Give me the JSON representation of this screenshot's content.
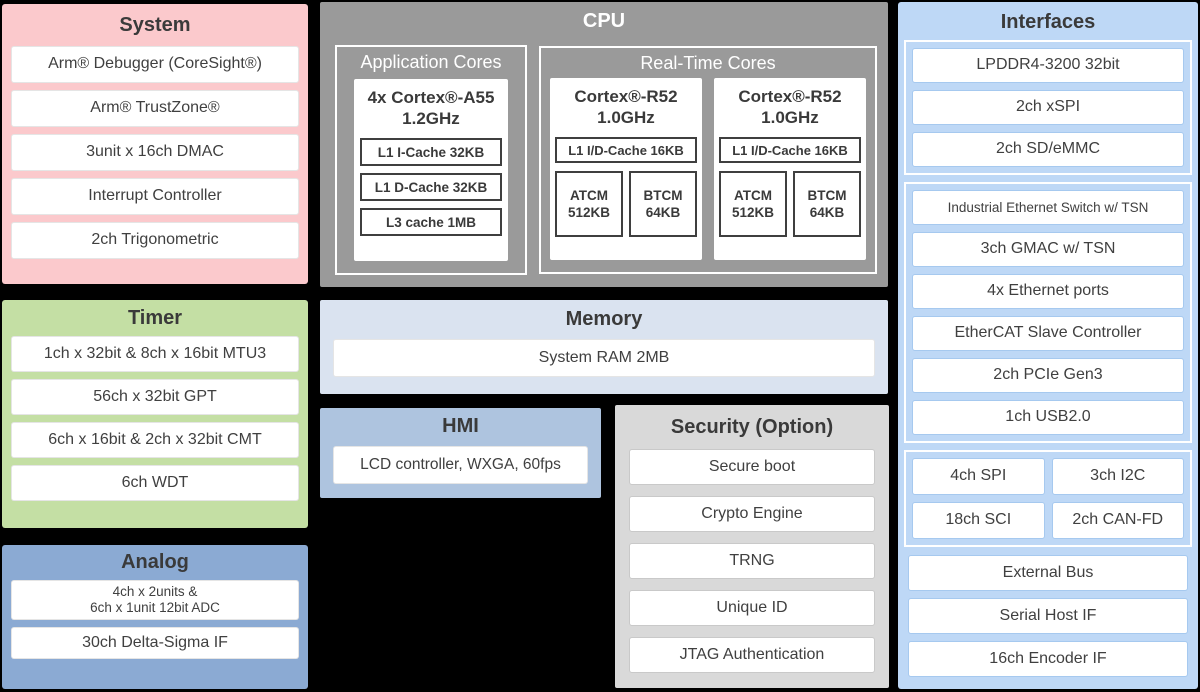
{
  "colors": {
    "background": "#000000",
    "system_bg": "#fbc9cc",
    "timer_bg": "#c4dfa4",
    "analog_bg": "#8baad3",
    "cpu_bg": "#9a9a9a",
    "memory_bg": "#dae3f0",
    "hmi_bg": "#aec4df",
    "security_bg": "#d9d9d9",
    "interfaces_bg": "#bed8f6",
    "item_bg": "#ffffff",
    "text": "#3f3f3f"
  },
  "system": {
    "title": "System",
    "items": [
      "Arm® Debugger (CoreSight®)",
      "Arm® TrustZone®",
      "3unit x 16ch DMAC",
      "Interrupt Controller",
      "2ch Trigonometric"
    ]
  },
  "timer": {
    "title": "Timer",
    "items": [
      "1ch x 32bit & 8ch x 16bit MTU3",
      "56ch x 32bit GPT",
      "6ch x 16bit & 2ch x 32bit CMT",
      "6ch WDT"
    ]
  },
  "analog": {
    "title": "Analog",
    "adc_line1": "4ch x 2units &",
    "adc_line2": "6ch x 1unit 12bit ADC",
    "delta_sigma": "30ch Delta-Sigma IF"
  },
  "cpu": {
    "title": "CPU",
    "app_cores": {
      "title": "Application Cores",
      "name": "4x Cortex®-A55",
      "freq": "1.2GHz",
      "caches": [
        "L1 I-Cache 32KB",
        "L1 D-Cache 32KB",
        "L3 cache 1MB"
      ]
    },
    "rt_cores": {
      "title": "Real-Time Cores",
      "cores": [
        {
          "name": "Cortex®-R52",
          "freq": "1.0GHz",
          "cache": "L1 I/D-Cache 16KB",
          "tcm": [
            {
              "name": "ATCM",
              "size": "512KB"
            },
            {
              "name": "BTCM",
              "size": "64KB"
            }
          ]
        },
        {
          "name": "Cortex®-R52",
          "freq": "1.0GHz",
          "cache": "L1 I/D-Cache 16KB",
          "tcm": [
            {
              "name": "ATCM",
              "size": "512KB"
            },
            {
              "name": "BTCM",
              "size": "64KB"
            }
          ]
        }
      ]
    }
  },
  "memory": {
    "title": "Memory",
    "items": [
      "System RAM 2MB"
    ]
  },
  "hmi": {
    "title": "HMI",
    "items": [
      "LCD controller, WXGA, 60fps"
    ]
  },
  "security": {
    "title": "Security (Option)",
    "items": [
      "Secure boot",
      "Crypto Engine",
      "TRNG",
      "Unique ID",
      "JTAG Authentication"
    ]
  },
  "interfaces": {
    "title": "Interfaces",
    "group_memory_if": [
      "LPDDR4-3200 32bit",
      "2ch xSPI",
      "2ch SD/eMMC"
    ],
    "group_network": [
      "Industrial Ethernet Switch w/ TSN",
      "3ch GMAC w/ TSN",
      "4x Ethernet ports",
      "EtherCAT Slave Controller",
      "2ch PCIe Gen3",
      "1ch USB2.0"
    ],
    "group_serial": [
      "4ch SPI",
      "3ch I2C",
      "18ch SCI",
      "2ch CAN-FD"
    ],
    "standalone": [
      "External Bus",
      "Serial Host IF",
      "16ch Encoder IF"
    ]
  }
}
